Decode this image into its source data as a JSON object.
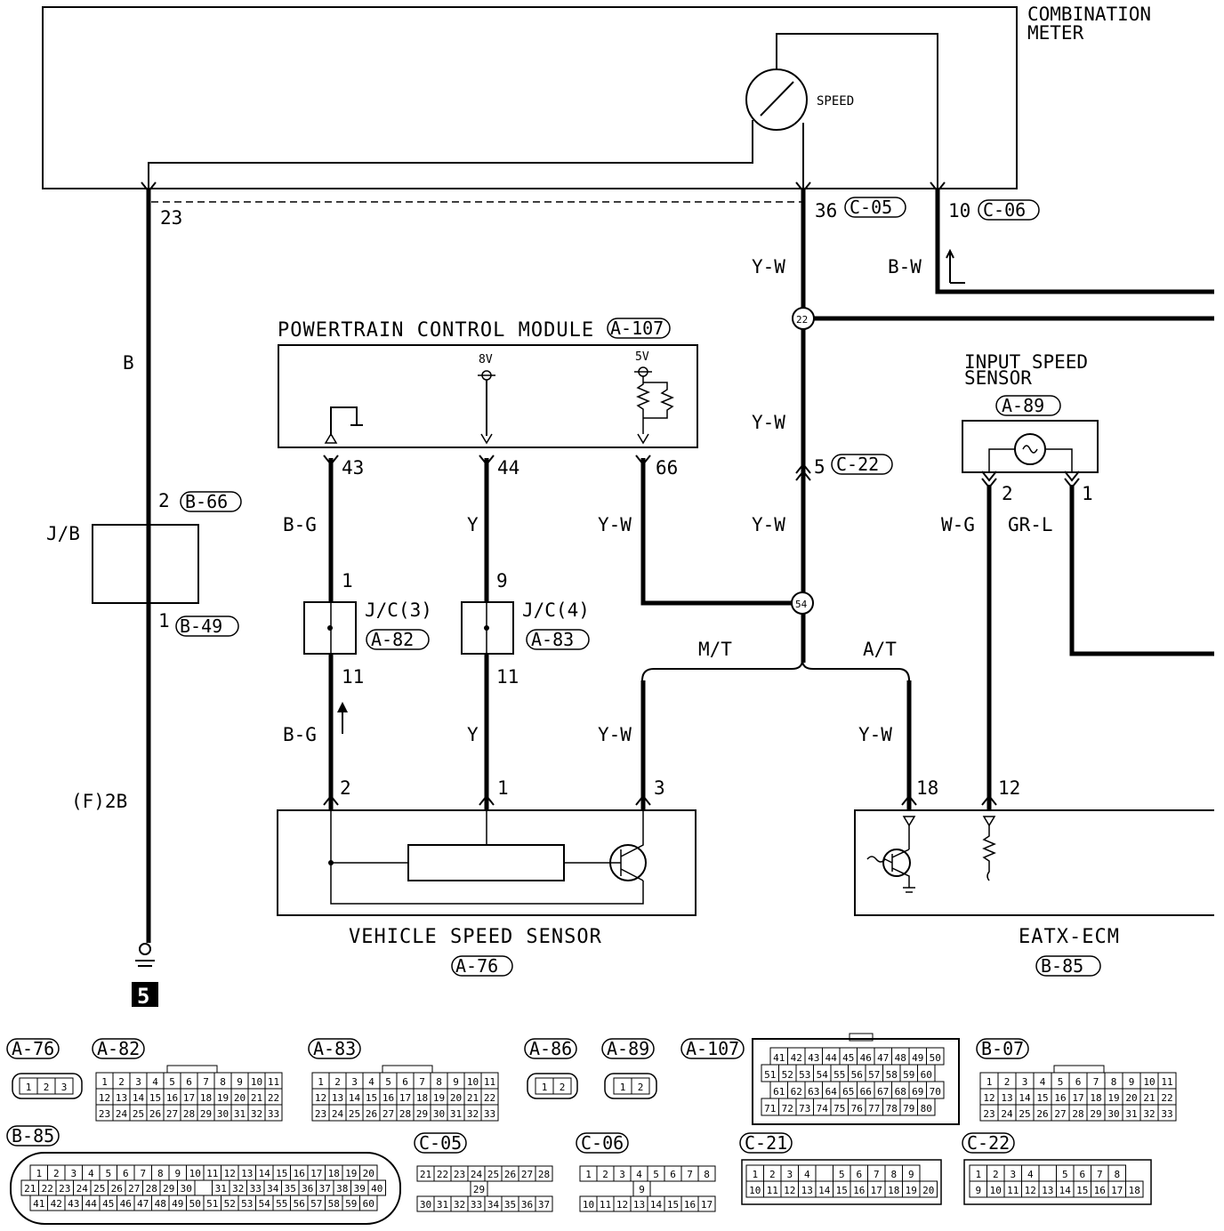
{
  "components": {
    "combination_meter": {
      "label_line1": "COMBINATION",
      "label_line2": "METER",
      "gauge": "SPEED"
    },
    "pcm": {
      "label": "POWERTRAIN CONTROL MODULE",
      "connector": "A-107",
      "v8": "8V",
      "v5": "5V"
    },
    "input_speed_sensor": {
      "label_line1": "INPUT SPEED",
      "label_line2": "SENSOR",
      "connector": "A-89"
    },
    "jb": {
      "label": "J/B",
      "pin_top": "2",
      "pin_bottom": "1",
      "conn_top": "B-66",
      "conn_bottom": "B-49"
    },
    "jc3": {
      "label": "J/C(3)",
      "connector": "A-82",
      "pin_top": "1",
      "pin_bottom": "11"
    },
    "jc4": {
      "label": "J/C(4)",
      "connector": "A-83",
      "pin_top": "9",
      "pin_bottom": "11"
    },
    "vss": {
      "label": "VEHICLE SPEED SENSOR",
      "connector": "A-76"
    },
    "eatx": {
      "label": "EATX-ECM",
      "connector": "B-85"
    },
    "ground": {
      "number": "5",
      "label": "(F)2B"
    }
  },
  "wires": {
    "b": "B",
    "y_w": "Y-W",
    "b_w": "B-W",
    "b_g": "B-G",
    "y": "Y",
    "w_g": "W-G",
    "gr_l": "GR-L"
  },
  "pins": {
    "p23": "23",
    "p36": "36",
    "p10": "10",
    "p43": "43",
    "p44": "44",
    "p66": "66",
    "p5": "5",
    "p2": "2",
    "p1": "1",
    "p3": "3",
    "p18": "18",
    "p12": "12"
  },
  "connectors": {
    "c05": "C-05",
    "c06": "C-06",
    "c22": "C-22"
  },
  "splices": {
    "s22": "22",
    "s54": "54"
  },
  "branches": {
    "mt": "M/T",
    "at": "A/T"
  },
  "connector_views": {
    "labels": [
      "A-76",
      "A-82",
      "A-83",
      "A-86",
      "A-89",
      "A-107",
      "B-07",
      "B-85",
      "C-05",
      "C-06",
      "C-21",
      "C-22"
    ],
    "a76_pins": [
      "1",
      "2",
      "3"
    ],
    "a86_pins": [
      "1",
      "2"
    ],
    "a89_pins": [
      "1",
      "2"
    ],
    "a82_rows": [
      [
        "1",
        "2",
        "3",
        "4",
        "5",
        "6",
        "7",
        "8",
        "9",
        "10",
        "11"
      ],
      [
        "12",
        "13",
        "14",
        "15",
        "16",
        "17",
        "18",
        "19",
        "20",
        "21",
        "22"
      ],
      [
        "23",
        "24",
        "25",
        "26",
        "27",
        "28",
        "29",
        "30",
        "31",
        "32",
        "33"
      ]
    ],
    "a83_rows": [
      [
        "1",
        "2",
        "3",
        "4",
        "5",
        "6",
        "7",
        "8",
        "9",
        "10",
        "11"
      ],
      [
        "12",
        "13",
        "14",
        "15",
        "16",
        "17",
        "18",
        "19",
        "20",
        "21",
        "22"
      ],
      [
        "23",
        "24",
        "25",
        "26",
        "27",
        "28",
        "29",
        "30",
        "31",
        "32",
        "33"
      ]
    ],
    "b07_rows": [
      [
        "1",
        "2",
        "3",
        "4",
        "5",
        "6",
        "7",
        "8",
        "9",
        "10",
        "11"
      ],
      [
        "12",
        "13",
        "14",
        "15",
        "16",
        "17",
        "18",
        "19",
        "20",
        "21",
        "22"
      ],
      [
        "23",
        "24",
        "25",
        "26",
        "27",
        "28",
        "29",
        "30",
        "31",
        "32",
        "33"
      ]
    ],
    "a107_rows": [
      [
        "41",
        "42",
        "43",
        "44",
        "45",
        "46",
        "47",
        "48",
        "49",
        "50"
      ],
      [
        "51",
        "52",
        "53",
        "54",
        "55",
        "56",
        "57",
        "58",
        "59",
        "60"
      ],
      [
        "61",
        "62",
        "63",
        "64",
        "65",
        "66",
        "67",
        "68",
        "69",
        "70"
      ],
      [
        "71",
        "72",
        "73",
        "74",
        "75",
        "76",
        "77",
        "78",
        "79",
        "80"
      ]
    ],
    "b85_rows": [
      [
        "1",
        "2",
        "3",
        "4",
        "5",
        "6",
        "7",
        "8",
        "9",
        "10",
        "11",
        "12",
        "13",
        "14",
        "15",
        "16",
        "17",
        "18",
        "19",
        "20"
      ],
      [
        "21",
        "22",
        "23",
        "24",
        "25",
        "26",
        "27",
        "28",
        "29",
        "30",
        "",
        "31",
        "32",
        "33",
        "34",
        "35",
        "36",
        "37",
        "38",
        "39",
        "40"
      ],
      [
        "41",
        "42",
        "43",
        "44",
        "45",
        "46",
        "47",
        "48",
        "49",
        "50",
        "51",
        "52",
        "53",
        "54",
        "55",
        "56",
        "57",
        "58",
        "59",
        "60"
      ]
    ],
    "c05_rows": [
      [
        "21",
        "22",
        "23",
        "24",
        "25",
        "26",
        "27",
        "28"
      ],
      [
        "29"
      ],
      [
        "30",
        "31",
        "32",
        "33",
        "34",
        "35",
        "36",
        "37"
      ]
    ],
    "c06_rows": [
      [
        "1",
        "2",
        "3",
        "4",
        "5",
        "6",
        "7",
        "8"
      ],
      [
        "9"
      ],
      [
        "10",
        "11",
        "12",
        "13",
        "14",
        "15",
        "16",
        "17"
      ]
    ],
    "c21_rows": [
      [
        "1",
        "2",
        "3",
        "4",
        "",
        "5",
        "6",
        "7",
        "8",
        "9"
      ],
      [
        "10",
        "11",
        "12",
        "13",
        "14",
        "15",
        "16",
        "17",
        "18",
        "19",
        "20"
      ]
    ],
    "c22_rows": [
      [
        "1",
        "2",
        "3",
        "4",
        "",
        "5",
        "6",
        "7",
        "8"
      ],
      [
        "9",
        "10",
        "11",
        "12",
        "13",
        "14",
        "15",
        "16",
        "17",
        "18"
      ]
    ]
  }
}
